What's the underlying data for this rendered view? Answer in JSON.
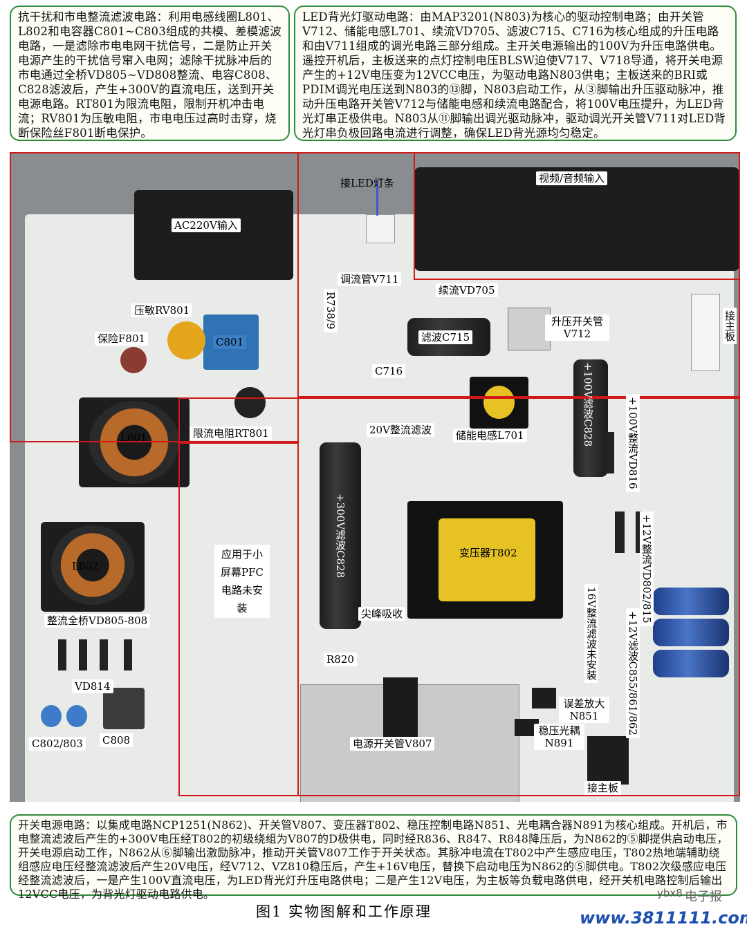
{
  "notes": {
    "top_left": "抗干扰和市电整流滤波电路：利用电感线圈L801、L802和电容器C801~C803组成的共模、差模滤波电路，一是滤除市电电网干扰信号，二是防止开关电源产生的干扰信号窜入电网；滤除干扰脉冲后的市电通过全桥VD805~VD808整流、电容C808、C828滤波后，产生+300V的直流电压，送到开关电源电路。RT801为限流电阻，限制开机冲击电流；RV801为压敏电阻，市电电压过高时击穿，烧断保险丝F801断电保护。",
    "top_right": "LED背光灯驱动电路：由MAP3201(N803)为核心的驱动控制电路；由开关管V712、储能电感L701、续流VD705、滤波C715、C716为核心组成的升压电路和由V711组成的调光电路三部分组成。主开关电源输出的100V为升压电路供电。遥控开机后，主板送来的点灯控制电压BLSW迫使V717、V718导通，将开关电源产生的+12V电压变为12VCC电压，为驱动电路N803供电；主板送来的BRI或PDIM调光电压送到N803的⑬脚，N803启动工作，从③脚输出升压驱动脉冲，推动升压电路开关管V712与储能电感和续流电路配合，将100V电压提升，为LED背光灯串正极供电。N803从⑪脚输出调光驱动脉冲，驱动调光开关管V711对LED背光灯串负极回路电流进行调整，确保LED背光源均匀稳定。",
    "bottom": "开关电源电路：以集成电路NCP1251(N862)、开关管V807、变压器T802、稳压控制电路N851、光电耦合器N891为核心组成。开机后，市电整流滤波后产生的+300V电压经T802的初级绕组为V807的D极供电，同时经R836、R847、R848降压后，为N862的⑤脚提供启动电压，开关电源启动工作，N862从⑥脚输出激励脉冲，推动开关管V807工作于开关状态。其脉冲电流在T802中产生感应电压，T802热地端辅助绕组感应电压经整流滤波后产生20V电压，经V712、VZ810稳压后，产生+16V电压，替换下启动电压为N862的⑤脚供电。T802次级感应电压经整流滤波后，一是产生100V直流电压，为LED背光灯升压电路供电；二是产生12V电压，为主板等负载电路供电，经开关机电路控制后输出12VCC电压，为背光灯驱动电路供电。"
  },
  "labels": {
    "led_strip": "接LED灯条",
    "av_input": "视频/音频输入",
    "ac_input": "AC220V输入",
    "v711": "调流管V711",
    "r738": "R738/9",
    "vd705": "续流VD705",
    "v712": "升压开关管V712",
    "main_board_top": "接主板",
    "rv801": "压敏RV801",
    "f801": "保险F801",
    "c801": "C801",
    "c715": "滤波C715",
    "c716": "C716",
    "c828_100v": "+100V滤波C828",
    "vd816": "+100V整流VD816",
    "l801": "L801",
    "rt801": "限流电阻RT801",
    "filter20": "20V整流滤波",
    "l701": "储能电感L701",
    "c828_300v": "+300V滤波C828",
    "t802": "变压器T802",
    "vd802": "+12V整流VD802/815",
    "l802": "L802",
    "pfc": "应用于小屏幕PFC电路未安装",
    "snubber": "尖峰吸收",
    "bridge": "整流全桥VD805-808",
    "vd814": "VD814",
    "r820": "R820",
    "c855": "+12V滤波C855/861/862",
    "v16": "16V整流滤波未安装",
    "n851": "误差放大N851",
    "n891": "稳压光耦N891",
    "c802": "C802/803",
    "c808": "C808",
    "v807": "电源开关管V807",
    "main_board_bottom": "接主板"
  },
  "caption": "图1 实物图解和工作原理",
  "watermark_small": "ybx8",
  "watermark_brand": "电子报",
  "watermark_url": "www.3811111.com",
  "colors": {
    "note_border": "#2e8b3a",
    "region_line": "#d11818"
  }
}
